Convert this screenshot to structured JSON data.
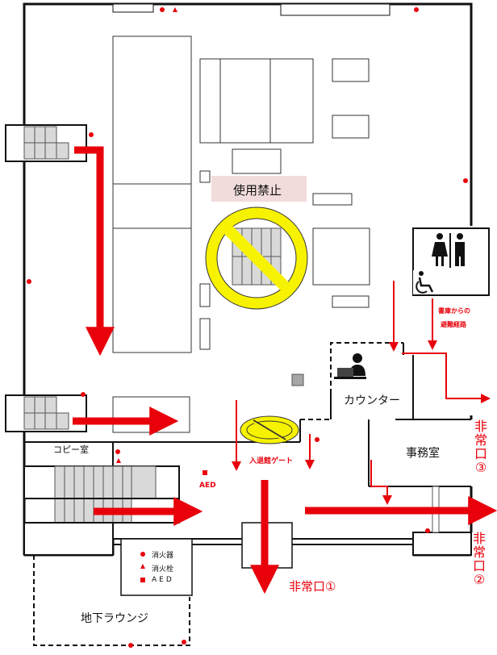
{
  "labels": {
    "prohibited": "使用禁止",
    "counter": "カウンター",
    "office": "事務室",
    "copy_room": "コピー室",
    "basement_lounge": "地下ラウンジ",
    "entry_gate": "入退館ゲート",
    "stack_route_line1": "書庫からの",
    "stack_route_line2": "避難経路",
    "aed": "AED"
  },
  "exits": {
    "exit1": "非常口①",
    "exit2": "非常口②",
    "exit3": "非常口③"
  },
  "legend": {
    "extinguisher": "消火器",
    "hydrant": "消火栓",
    "aed": "AED"
  },
  "colors": {
    "route_red": "#e8000b",
    "prohibited_yellow": "#f7f200",
    "prohibited_label_bg": "#f2dcdb",
    "wall": "#111111"
  },
  "icons": [
    "restroom-icon",
    "wheelchair-icon",
    "counter-staff-icon",
    "fire-extinguisher-icon",
    "fire-hydrant-icon",
    "aed-icon"
  ]
}
